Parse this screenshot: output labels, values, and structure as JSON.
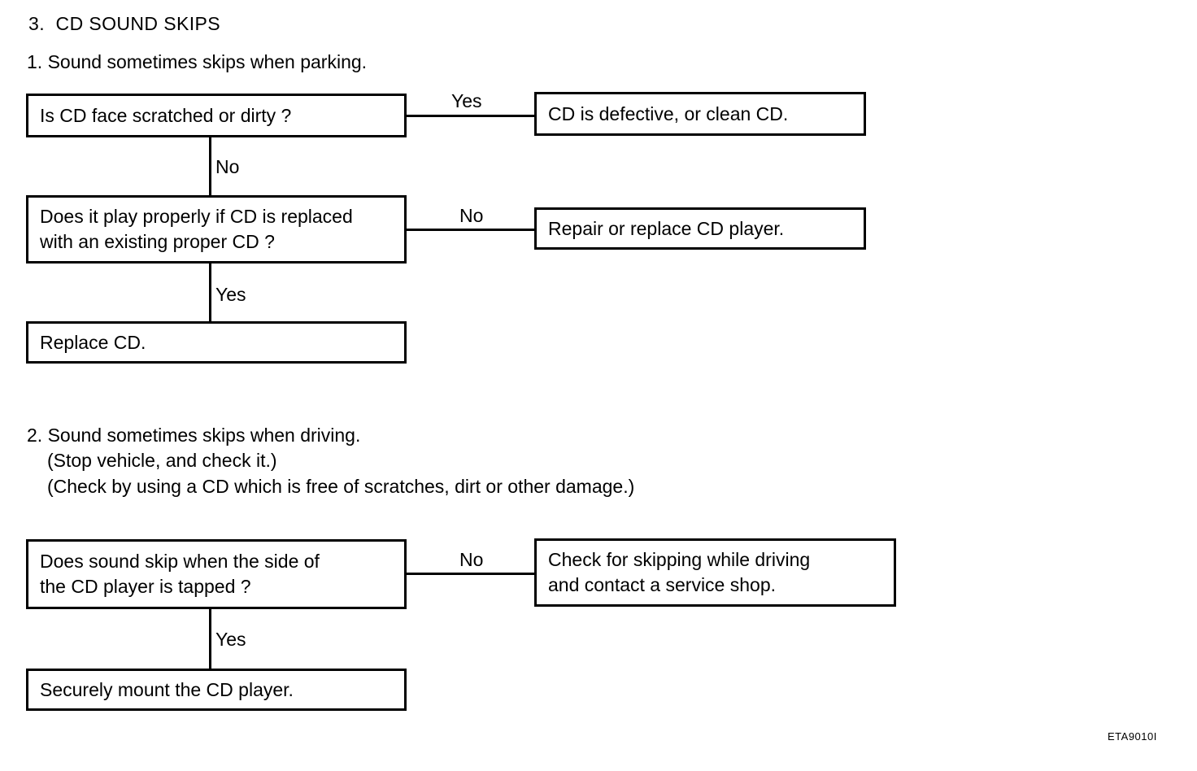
{
  "document": {
    "section_number_title": "3.  CD SOUND SKIPS",
    "footer_code": "ETA9010I"
  },
  "problem1": {
    "heading": "1. Sound sometimes skips when parking.",
    "nodes": {
      "q1": "Is CD face scratched or dirty ?",
      "a1": "CD is defective, or clean CD.",
      "q2": "Does it play properly if CD is replaced\nwith an existing proper CD ?",
      "a2": "Repair or replace CD player.",
      "a3": "Replace CD."
    },
    "edges": {
      "q1_yes": "Yes",
      "q1_no": "No",
      "q2_no": "No",
      "q2_yes": "Yes"
    }
  },
  "problem2": {
    "heading": "2. Sound sometimes skips when driving.",
    "note1": "(Stop vehicle, and check it.)",
    "note2": "(Check by using a CD which is free of scratches, dirt or other damage.)",
    "nodes": {
      "q1": "Does sound skip when the side of\nthe CD player is tapped ?",
      "a1": "Check for skipping while driving\nand contact a service shop.",
      "a2": "Securely mount the CD player."
    },
    "edges": {
      "q1_no": "No",
      "q1_yes": "Yes"
    }
  },
  "colors": {
    "ink": "#000000",
    "paper": "#ffffff"
  }
}
